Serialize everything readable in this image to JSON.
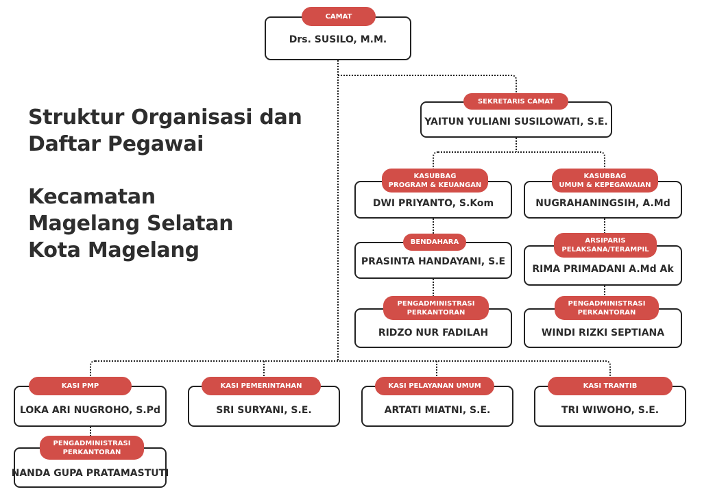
{
  "title": {
    "line1": "Struktur Organisasi dan",
    "line2": "Daftar Pegawai",
    "line3": "Kecamatan",
    "line4": "Magelang Selatan",
    "line5": "Kota Magelang"
  },
  "accent_color": "#d24e48",
  "nodes": [
    {
      "role": "CAMAT",
      "name": "Drs. SUSILO, M.M."
    },
    {
      "role": "SEKRETARIS CAMAT",
      "name": "YAITUN YULIANI SUSILOWATI, S.E."
    },
    {
      "role": "KASUBBAG\nPROGRAM & KEUANGAN",
      "name": "DWI PRIYANTO, S.Kom"
    },
    {
      "role": "KASUBBAG\nUMUM & KEPEGAWAIAN",
      "name": "NUGRAHANINGSIH, A.Md"
    },
    {
      "role": "BENDAHARA",
      "name": "PRASINTA HANDAYANI, S.E"
    },
    {
      "role": "ARSIPARIS\nPELAKSANA/TERAMPIL",
      "name": "RIMA PRIMADANI A.Md Ak"
    },
    {
      "role": "PENGADMINISTRASI\nPERKANTORAN",
      "name": "RIDZO NUR FADILAH"
    },
    {
      "role": "PENGADMINISTRASI\nPERKANTORAN",
      "name": "WINDI RIZKI SEPTIANA"
    },
    {
      "role": "KASI PMP",
      "name": "LOKA ARI NUGROHO, S.Pd"
    },
    {
      "role": "KASI PEMERINTAHAN",
      "name": "SRI SURYANI, S.E."
    },
    {
      "role": "KASI PELAYANAN UMUM",
      "name": "ARTATI MIATNI, S.E."
    },
    {
      "role": "KASI TRANTIB",
      "name": "TRI WIWOHO, S.E."
    },
    {
      "role": "PENGADMINISTRASI\nPERKANTORAN",
      "name": "NANDA GUPA PRATAMASTUTI"
    }
  ]
}
